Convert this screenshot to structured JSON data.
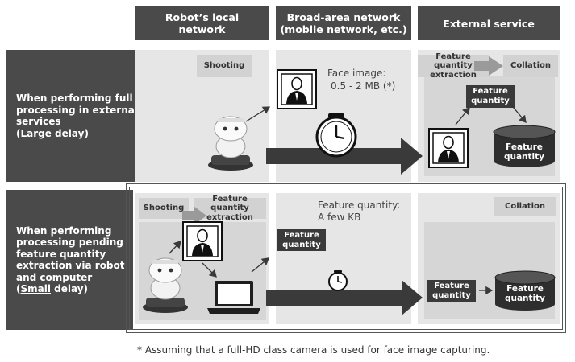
{
  "columns": [
    {
      "label": "Robot’s local\nnetwork"
    },
    {
      "label": "Broad-area network\n(mobile network, etc.)"
    },
    {
      "label": "External service"
    }
  ],
  "rows": [
    {
      "label_prefix": "When performing full processing in external services",
      "delay_word": "Large",
      "delay_suffix": " delay)",
      "shooting": "Shooting",
      "data_caption": "Face image:",
      "data_size": "0.5 - 2 MB (*)",
      "extraction": "Feature quantity\nextraction",
      "collation": "Collation",
      "feature_tag": "Feature\nquantity",
      "db_label": "Feature\nquantity"
    },
    {
      "label_prefix": "When performing processing pending feature quantity extraction via robot and computer",
      "delay_word": "Small",
      "delay_suffix": " delay)",
      "shooting": "Shooting",
      "extraction": "Feature quantity\nextraction",
      "data_caption": "Feature quantity:",
      "data_size": "A few KB",
      "data_tag": "Feature\nquantity",
      "collation": "Collation",
      "feature_tag": "Feature\nquantity",
      "db_label": "Feature\nquantity"
    }
  ],
  "footnote": "* Assuming that a full-HD class camera is used for face image capturing.",
  "colors": {
    "dark": "#4a4a4a",
    "panel": "#e6e6e6",
    "box": "#d2d2d2",
    "arrow": "#3a3a3a"
  },
  "icons": [
    "robot-icon",
    "face-photo-icon",
    "clock-icon",
    "laptop-icon",
    "database-icon",
    "flow-arrow-icon"
  ]
}
